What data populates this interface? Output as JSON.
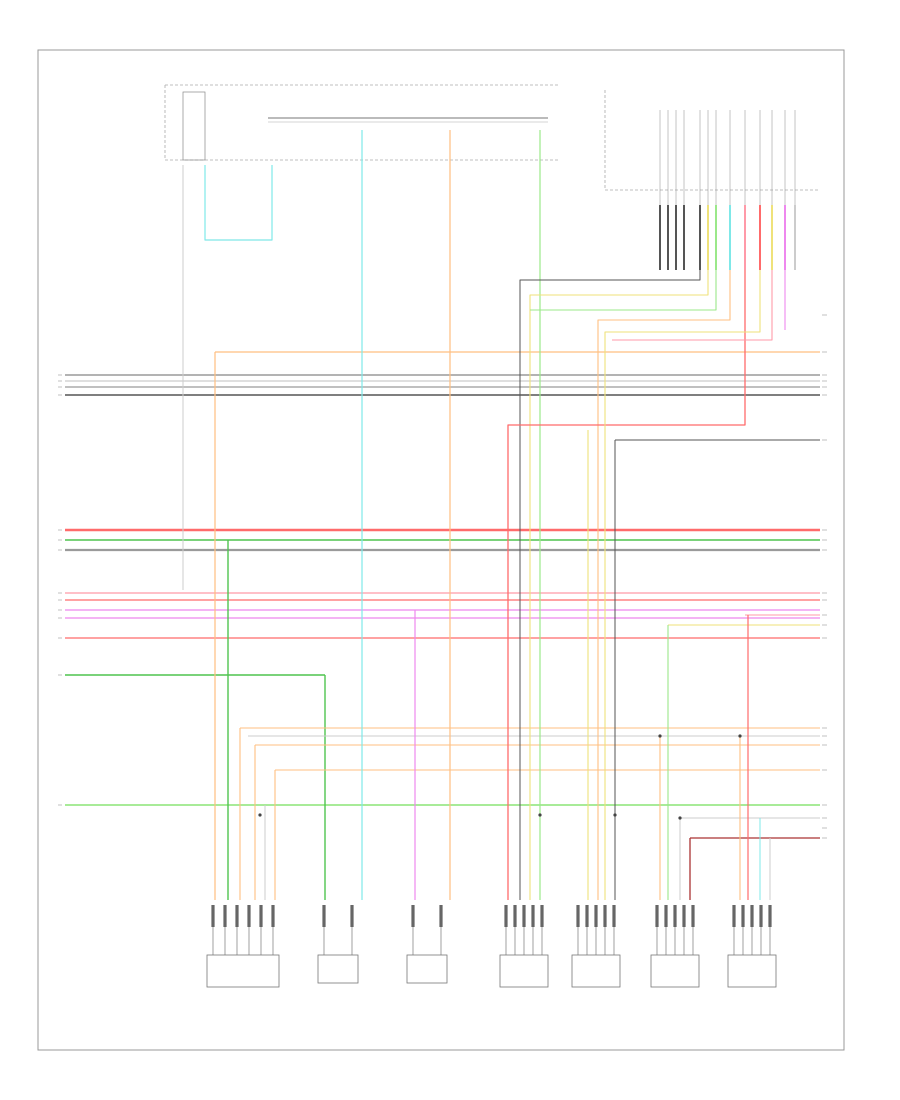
{
  "title": "",
  "figure_label": "",
  "modules": [
    {
      "id": "m1",
      "label": "",
      "box_label": ""
    },
    {
      "id": "m2",
      "label": "",
      "box_label": ""
    },
    {
      "id": "m3",
      "label": "",
      "box_label": ""
    },
    {
      "id": "m4",
      "label": "",
      "box_label": ""
    },
    {
      "id": "m5",
      "label": "",
      "box_label": ""
    },
    {
      "id": "m6",
      "label": "",
      "box_label": ""
    },
    {
      "id": "m7",
      "label": "",
      "box_label": ""
    },
    {
      "id": "m8",
      "label": "",
      "box_label": ""
    }
  ],
  "wire_colors": {
    "cyan": "#7fe8e8",
    "orange": "#ffbf80",
    "green": "#9be88a",
    "dark_green": "#4fc44f",
    "red": "#ff6b6b",
    "pink": "#ff9aa8",
    "magenta": "#ee88ee",
    "yellow": "#efe27a",
    "gray": "#9a9a9a",
    "light_gray": "#cccccc",
    "dark": "#555555",
    "brown": "#aa3333"
  }
}
